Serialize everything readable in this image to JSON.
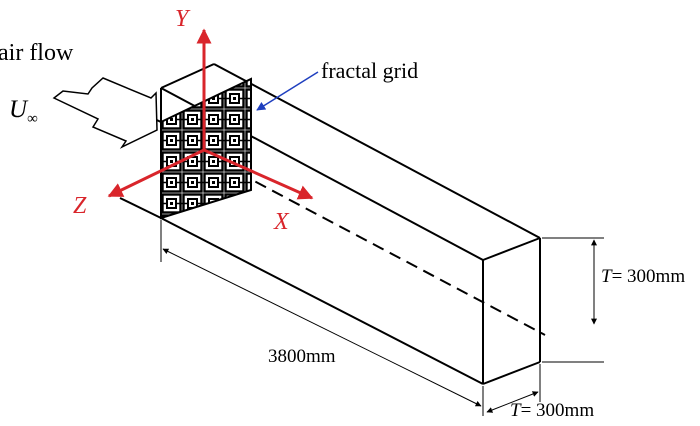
{
  "labels": {
    "air_flow": "air flow",
    "u_symbol": "U",
    "u_subscript": "∞",
    "fractal_grid": "fractal grid",
    "axis_x": "X",
    "axis_y": "Y",
    "axis_z": "Z",
    "length": "3800mm",
    "height_symbol": "T",
    "height_value": "= 300mm",
    "width_symbol": "T",
    "width_value": "= 300mm"
  },
  "colors": {
    "axis": "#d9252b",
    "pointer": "#1f3fbf",
    "outline": "#000000"
  }
}
